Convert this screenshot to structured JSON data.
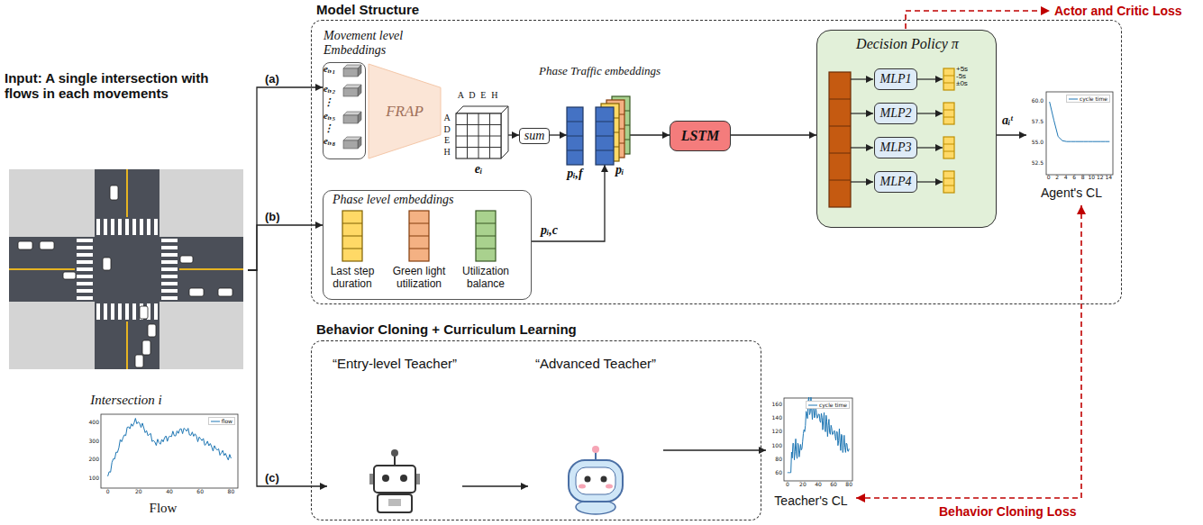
{
  "diagram": {
    "nodes": [
      {
        "text": [
          "Input: A single intersection with flows in each movements",
          "Intersection i"
        ]
      },
      {
        "text": [
          "Flow"
        ]
      },
      {
        "text": [
          "Model Structure"
        ]
      },
      {
        "text": [
          "Movement level Embeddings"
        ],
        "in": 2
      },
      {
        "text": [
          "FRAP"
        ],
        "in": 2
      },
      {
        "text": [
          "eᵢ"
        ],
        "in": 2
      },
      {
        "text": [
          "sum"
        ],
        "in": 2
      },
      {
        "text": [
          "pᵢ,f"
        ],
        "in": 2
      },
      {
        "text": [
          "pᵢ"
        ],
        "in": 2
      },
      {
        "text": [
          "LSTM"
        ],
        "in": 2
      },
      {
        "text": [
          "Decision Policy π"
        ],
        "in": 2
      },
      {
        "text": [
          "MLP1"
        ],
        "in": 10
      },
      {
        "text": [
          "MLP2"
        ],
        "in": 10
      },
      {
        "text": [
          "MLP3"
        ],
        "in": 10
      },
      {
        "text": [
          "MLP4"
        ],
        "in": 10
      },
      {
        "text": [
          "Agent's CL"
        ],
        "in": 2
      },
      {
        "text": [
          "Phase level embeddings"
        ],
        "in": 2
      },
      {
        "text": [
          "Last step duration"
        ],
        "in": 16
      },
      {
        "text": [
          "Green light utilization"
        ],
        "in": 16
      },
      {
        "text": [
          "Utilization balance"
        ],
        "in": 16
      },
      {
        "text": [
          "Behavior Cloning + Curriculum Learning"
        ]
      },
      {
        "text": [
          "“Entry-level Teacher”"
        ],
        "in": 20
      },
      {
        "text": [
          "“Advanced Teacher”"
        ],
        "in": 20
      },
      {
        "text": [
          "Teacher's CL"
        ]
      }
    ],
    "edges": [
      {
        "from": 0,
        "to": 3,
        "arrow": "to",
        "label": "(a)"
      },
      {
        "from": 0,
        "to": 16,
        "arrow": "to",
        "label": "(b)"
      },
      {
        "from": 0,
        "to": 21,
        "arrow": "to",
        "label": "(c)"
      },
      {
        "from": 5,
        "to": 6,
        "arrow": "to"
      },
      {
        "from": 6,
        "to": 7,
        "arrow": "to"
      },
      {
        "from": 16,
        "to": 8,
        "arrow": "to",
        "label": "pᵢ,c"
      },
      {
        "from": 8,
        "to": 9,
        "arrow": "to"
      },
      {
        "from": 9,
        "to": 10,
        "arrow": "to"
      },
      {
        "from": 10,
        "to": 15,
        "arrow": "to",
        "label": "aᵢᵗ"
      },
      {
        "from": 21,
        "to": 22,
        "arrow": "to"
      },
      {
        "from": 22,
        "to": 23,
        "arrow": "to"
      },
      {
        "from": 23,
        "to": 15,
        "arrow": "both",
        "label": "Behavior Cloning Loss"
      }
    ],
    "labels": [
      "Phase Traffic embeddings",
      "A",
      "D",
      "E",
      "H",
      "A",
      "D",
      "E",
      "H",
      "eᵢ,₁",
      "eᵢ,₂",
      "⋮",
      "eᵢ,₅",
      "⋮",
      "eᵢ,₈",
      "+5s",
      "-5s",
      "±0s",
      "Actor and Critic Loss",
      "100",
      "200",
      "300",
      "400",
      "0",
      "20",
      "40",
      "60",
      "80",
      "52.5",
      "55.0",
      "57.5",
      "60.0",
      "0",
      "2",
      "4",
      "6",
      "8",
      "10",
      "12",
      "14",
      "60",
      "80",
      "100",
      "120",
      "140",
      "160",
      "0",
      "20",
      "40",
      "60",
      "80"
    ],
    "legend": [
      {
        "text": "flow"
      },
      {
        "text": "cycle time"
      },
      {
        "text": "cycle time"
      }
    ]
  }
}
